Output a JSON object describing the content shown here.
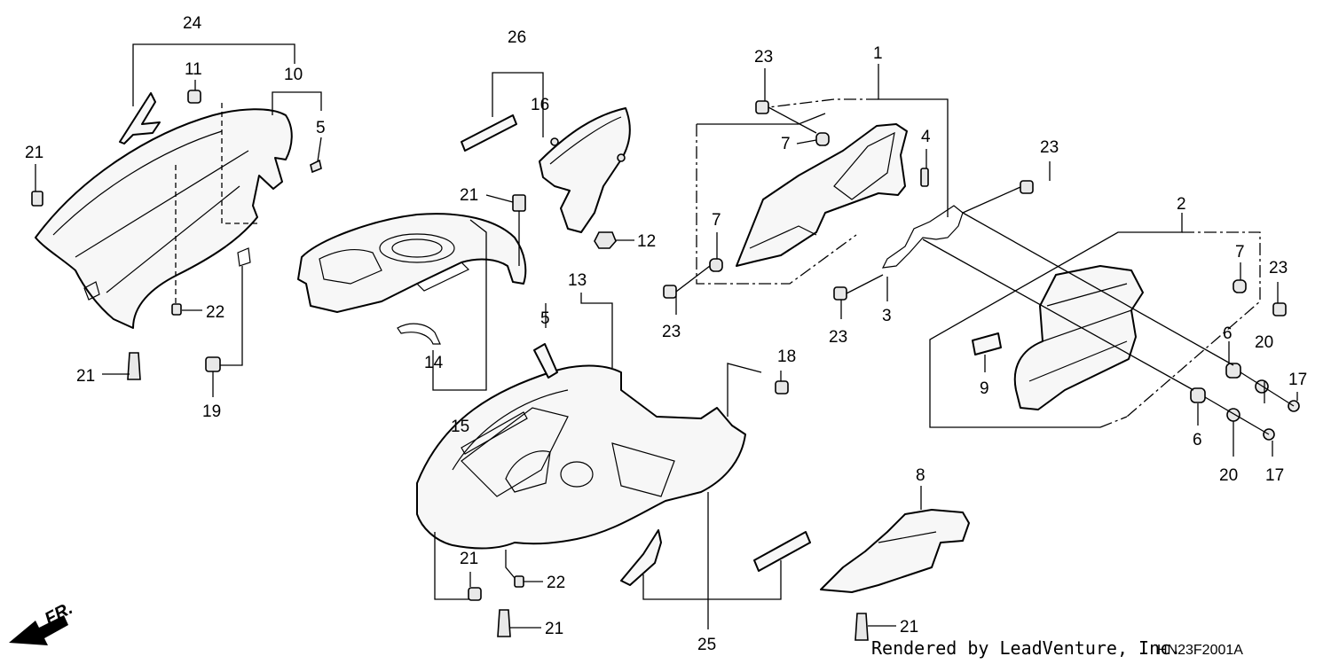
{
  "diagram": {
    "labels": [
      {
        "id": "c24",
        "text": "24"
      },
      {
        "id": "c11",
        "text": "11"
      },
      {
        "id": "c10",
        "text": "10"
      },
      {
        "id": "c5a",
        "text": "5"
      },
      {
        "id": "c21a",
        "text": "21"
      },
      {
        "id": "c22a",
        "text": "22"
      },
      {
        "id": "c21b",
        "text": "21"
      },
      {
        "id": "c19",
        "text": "19"
      },
      {
        "id": "c26",
        "text": "26"
      },
      {
        "id": "c16",
        "text": "16"
      },
      {
        "id": "c21c",
        "text": "21"
      },
      {
        "id": "c12",
        "text": "12"
      },
      {
        "id": "c14",
        "text": "14"
      },
      {
        "id": "c15",
        "text": "15"
      },
      {
        "id": "c13",
        "text": "13"
      },
      {
        "id": "c5b",
        "text": "5"
      },
      {
        "id": "c18",
        "text": "18"
      },
      {
        "id": "c23a",
        "text": "23"
      },
      {
        "id": "c1",
        "text": "1"
      },
      {
        "id": "c7a",
        "text": "7"
      },
      {
        "id": "c4",
        "text": "4"
      },
      {
        "id": "c7b",
        "text": "7"
      },
      {
        "id": "c23b",
        "text": "23"
      },
      {
        "id": "c23c",
        "text": "23"
      },
      {
        "id": "c23d",
        "text": "23"
      },
      {
        "id": "c3",
        "text": "3"
      },
      {
        "id": "c2",
        "text": "2"
      },
      {
        "id": "c7c",
        "text": "7"
      },
      {
        "id": "c23e",
        "text": "23"
      },
      {
        "id": "c9",
        "text": "9"
      },
      {
        "id": "c6a",
        "text": "6"
      },
      {
        "id": "c20a",
        "text": "20"
      },
      {
        "id": "c17a",
        "text": "17"
      },
      {
        "id": "c6b",
        "text": "6"
      },
      {
        "id": "c20b",
        "text": "20"
      },
      {
        "id": "c17b",
        "text": "17"
      },
      {
        "id": "c8",
        "text": "8"
      },
      {
        "id": "c21d",
        "text": "21"
      },
      {
        "id": "c22b",
        "text": "22"
      },
      {
        "id": "c21e",
        "text": "21"
      },
      {
        "id": "c21f",
        "text": "21"
      },
      {
        "id": "c25",
        "text": "25"
      }
    ],
    "front_marker": "FR.",
    "credit": "Rendered by LeadVenture, Inc.",
    "drawing_code": "HN23F2001A"
  }
}
